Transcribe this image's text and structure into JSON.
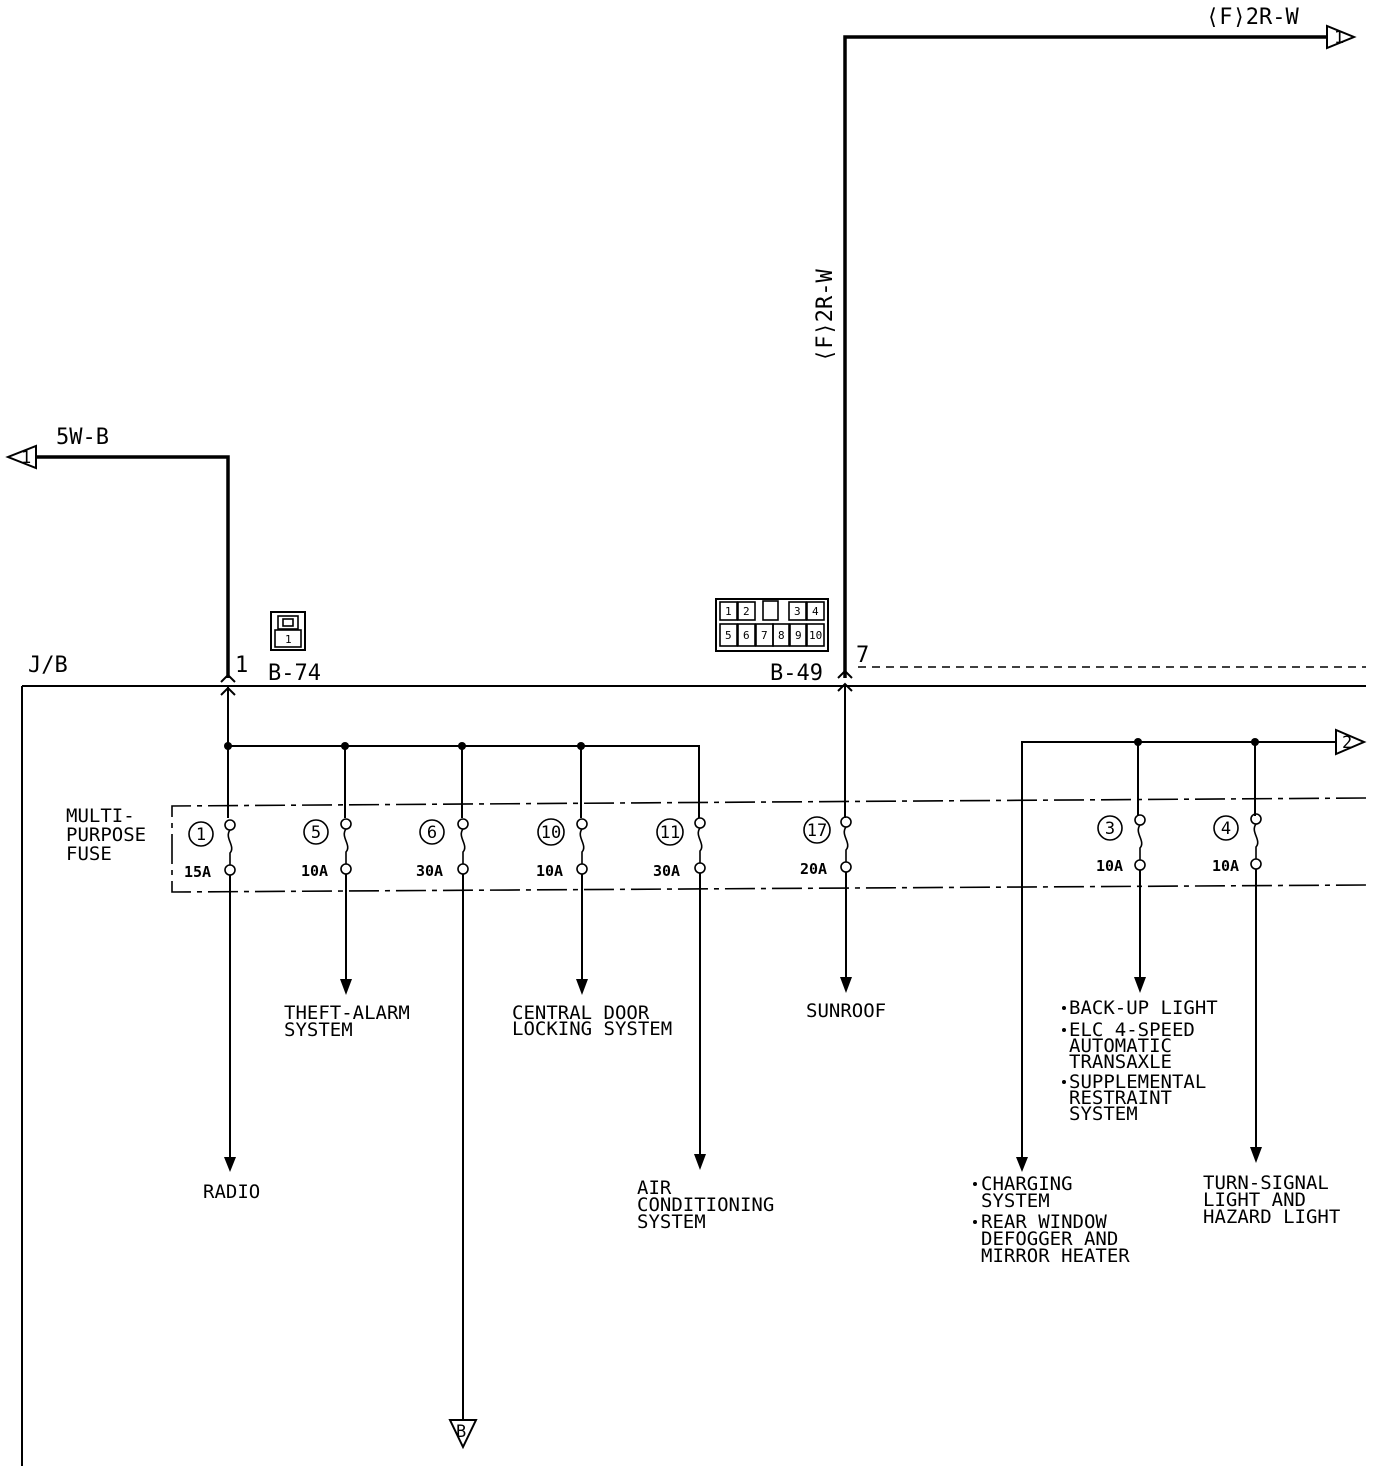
{
  "junction_block": "J/B",
  "fuse_block_label": [
    "MULTI-",
    "PURPOSE",
    "FUSE"
  ],
  "wires": {
    "top_right": "⟨F⟩2R-W",
    "vertical": "⟨F⟩2R-W",
    "left": "5W-B"
  },
  "connectors": {
    "b74": {
      "name": "B-74",
      "pin": "1",
      "pins": [
        "1"
      ]
    },
    "b49": {
      "name": "B-49",
      "pin": "7",
      "pins": [
        "1",
        "2",
        "3",
        "4",
        "5",
        "6",
        "7",
        "8",
        "9",
        "10"
      ]
    }
  },
  "off_page": {
    "top_right": "1",
    "left": "1",
    "right": "2",
    "bottom": "B"
  },
  "fuses": [
    {
      "number": "1",
      "rating": "15A"
    },
    {
      "number": "5",
      "rating": "10A"
    },
    {
      "number": "6",
      "rating": "30A"
    },
    {
      "number": "10",
      "rating": "10A"
    },
    {
      "number": "11",
      "rating": "30A"
    },
    {
      "number": "17",
      "rating": "20A"
    },
    {
      "number": "3",
      "rating": "10A"
    },
    {
      "number": "4",
      "rating": "10A"
    }
  ],
  "destinations": {
    "radio": [
      "RADIO"
    ],
    "theft_alarm": [
      "THEFT-ALARM",
      "SYSTEM"
    ],
    "central_door": [
      "CENTRAL DOOR",
      "LOCKING SYSTEM"
    ],
    "air_conditioning": [
      "AIR",
      "CONDITIONING",
      "SYSTEM"
    ],
    "sunroof": [
      "SUNROOF"
    ],
    "backup_group": [
      "BACK-UP LIGHT",
      "ELC 4-SPEED",
      "AUTOMATIC",
      "TRANSAXLE",
      "SUPPLEMENTAL",
      "RESTRAINT",
      "SYSTEM"
    ],
    "charging_group": [
      "CHARGING",
      "SYSTEM",
      "REAR WINDOW",
      "DEFOGGER AND",
      "MIRROR HEATER"
    ],
    "turn_signal": [
      "TURN-SIGNAL",
      "LIGHT AND",
      "HAZARD LIGHT"
    ]
  }
}
